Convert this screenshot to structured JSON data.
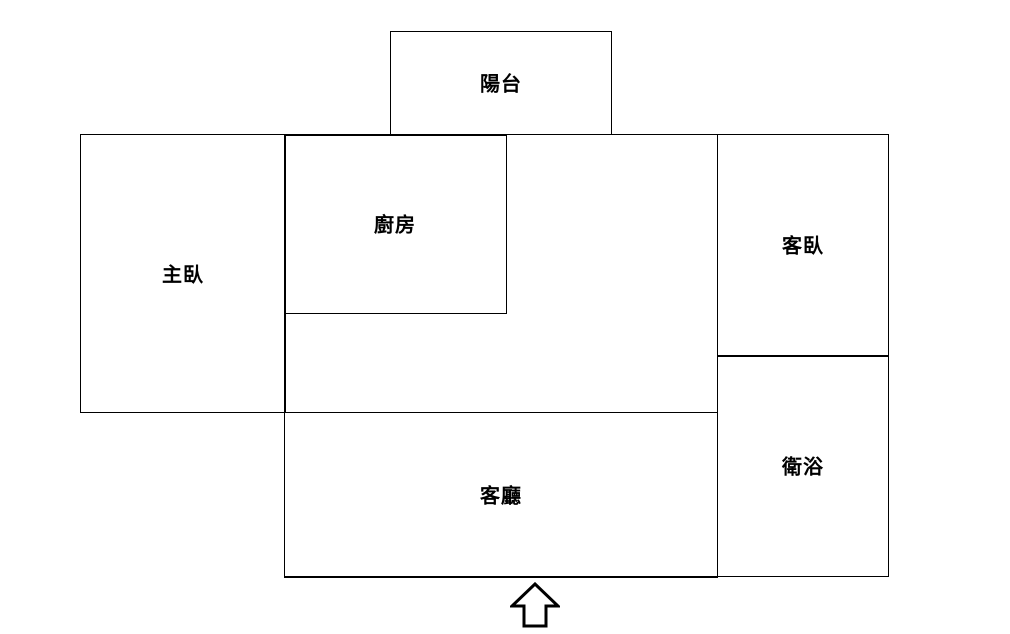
{
  "rooms": {
    "balcony": "陽台",
    "kitchen": "廚房",
    "master_bedroom": "主臥",
    "guest_bedroom": "客臥",
    "bathroom": "衛浴",
    "living_room": "客廳"
  },
  "entrance": {
    "icon": "up-arrow-outline-icon"
  },
  "colors": {
    "line": "#000000",
    "background": "#ffffff"
  }
}
